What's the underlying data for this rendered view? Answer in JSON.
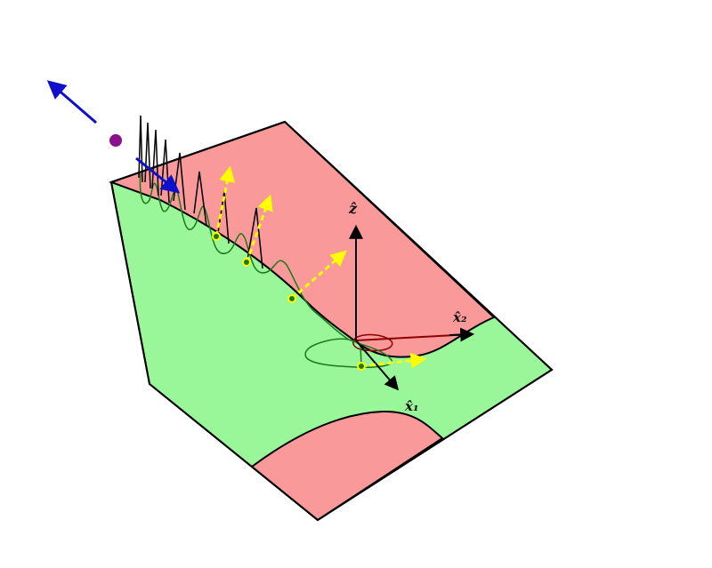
{
  "labels": {
    "z_axis": "ẑ",
    "x1_axis": "x̂₁",
    "x2_axis": "x̂₂"
  },
  "colors": {
    "green_region": "#99f799",
    "red_region": "#f99999",
    "trajectory": "#1a7a1a",
    "bounce_trajectory": "#000000",
    "curve_red": "#8b0000",
    "vector_arrows": "#ffff00",
    "outer_arrow": "#1010cc",
    "particle": "#8b108b"
  }
}
